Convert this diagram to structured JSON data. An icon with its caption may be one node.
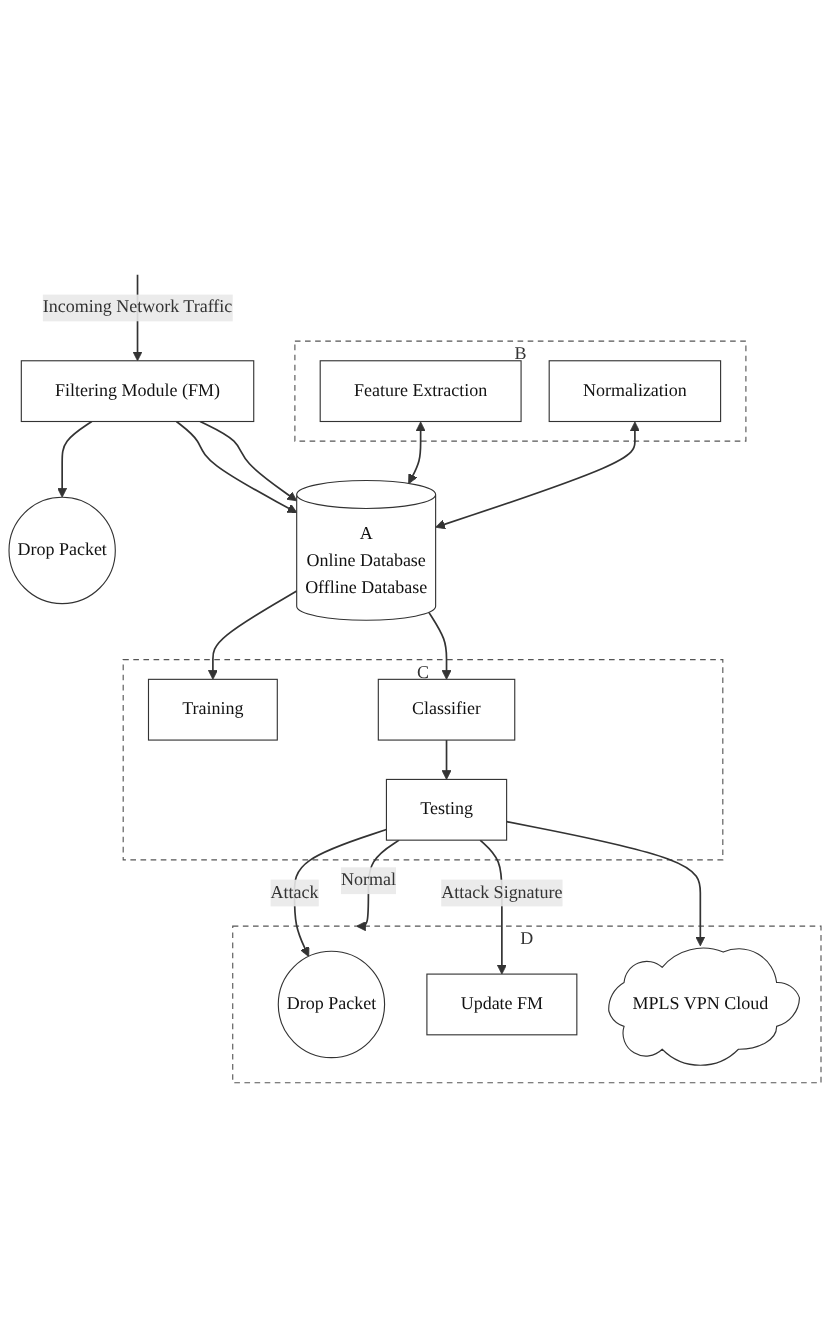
{
  "diagram": {
    "nodes": [
      {
        "text": [
          "Drop Packet"
        ]
      },
      {
        "text": [
          "Filtering Module (FM)"
        ]
      },
      {
        "text": [
          "A",
          "Online Database",
          "Offline Database"
        ]
      },
      {
        "text": [
          "B"
        ]
      },
      {
        "text": [
          "Feature Extraction"
        ],
        "in": 3
      },
      {
        "text": [
          "Normalization"
        ],
        "in": 3
      },
      {
        "text": [
          "C"
        ]
      },
      {
        "text": [
          "Training"
        ],
        "in": 6
      },
      {
        "text": [
          "Classifier"
        ],
        "in": 6
      },
      {
        "text": [
          "Testing"
        ],
        "in": 6
      },
      {
        "text": [
          "D"
        ]
      },
      {
        "text": [
          "Drop Packet"
        ],
        "in": 10
      },
      {
        "text": [
          "Update FM"
        ],
        "in": 10
      },
      {
        "text": [
          "MPLS VPN Cloud"
        ],
        "in": 10
      }
    ],
    "edges": [
      {
        "from": null,
        "to": 1,
        "arrow": "to",
        "label": "Incoming Network Traffic"
      },
      {
        "from": 1,
        "to": 0,
        "arrow": "to"
      },
      {
        "from": 1,
        "to": 2,
        "arrow": "to"
      },
      {
        "from": 1,
        "to": 2,
        "arrow": "to"
      },
      {
        "from": 4,
        "to": 2,
        "arrow": "both"
      },
      {
        "from": 5,
        "to": 2,
        "arrow": "both"
      },
      {
        "from": 2,
        "to": 7,
        "arrow": "to"
      },
      {
        "from": 2,
        "to": 8,
        "arrow": "to"
      },
      {
        "from": 8,
        "to": 9,
        "arrow": "to"
      },
      {
        "from": 9,
        "to": 11,
        "arrow": "to",
        "label": "Attack"
      },
      {
        "from": 9,
        "to": 10,
        "arrow": "to",
        "label": "Normal"
      },
      {
        "from": 9,
        "to": 12,
        "arrow": "to",
        "label": "Attack Signature"
      },
      {
        "from": 9,
        "to": 13,
        "arrow": "to"
      }
    ]
  }
}
